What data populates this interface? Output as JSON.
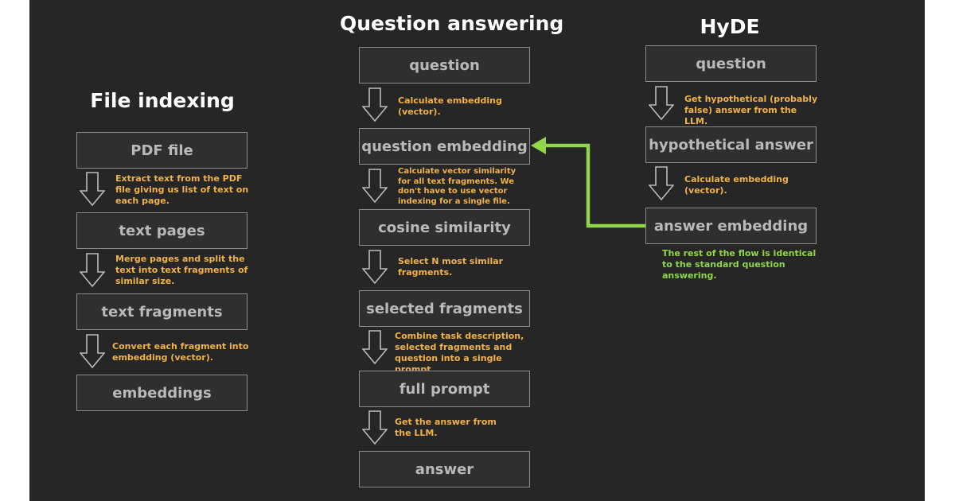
{
  "columns": {
    "file_indexing": {
      "title": "File indexing",
      "boxes": [
        "PDF file",
        "text pages",
        "text fragments",
        "embeddings"
      ],
      "notes": [
        "Extract text from the PDF file giving us list of text on each page.",
        "Merge pages and split the text into text fragments of similar size.",
        "Convert each fragment into embedding (vector)."
      ]
    },
    "question_answering": {
      "title": "Question answering",
      "boxes": [
        "question",
        "question embedding",
        "cosine similarity",
        "selected fragments",
        "full prompt",
        "answer"
      ],
      "notes": [
        "Calculate embedding (vector).",
        "Calculate vector similarity for all text fragments. We don't have to use vector indexing for a single file.",
        "Select N most similar fragments.",
        "Combine task description, selected fragments and question into a single prompt.",
        "Get the answer from the LLM."
      ]
    },
    "hyde": {
      "title": "HyDE",
      "boxes": [
        "question",
        "hypothetical answer",
        "answer embedding"
      ],
      "notes": [
        "Get hypothetical (probably false) answer from the LLM.",
        "Calculate embedding (vector)."
      ],
      "footer_note": "The rest of the flow is identical to the standard question answering."
    }
  },
  "colors": {
    "background": "#262626",
    "note_text": "#f0b24a",
    "connector": "#8fd64a",
    "box_border": "#8a8a8a",
    "box_text": "#b9b9b9"
  }
}
